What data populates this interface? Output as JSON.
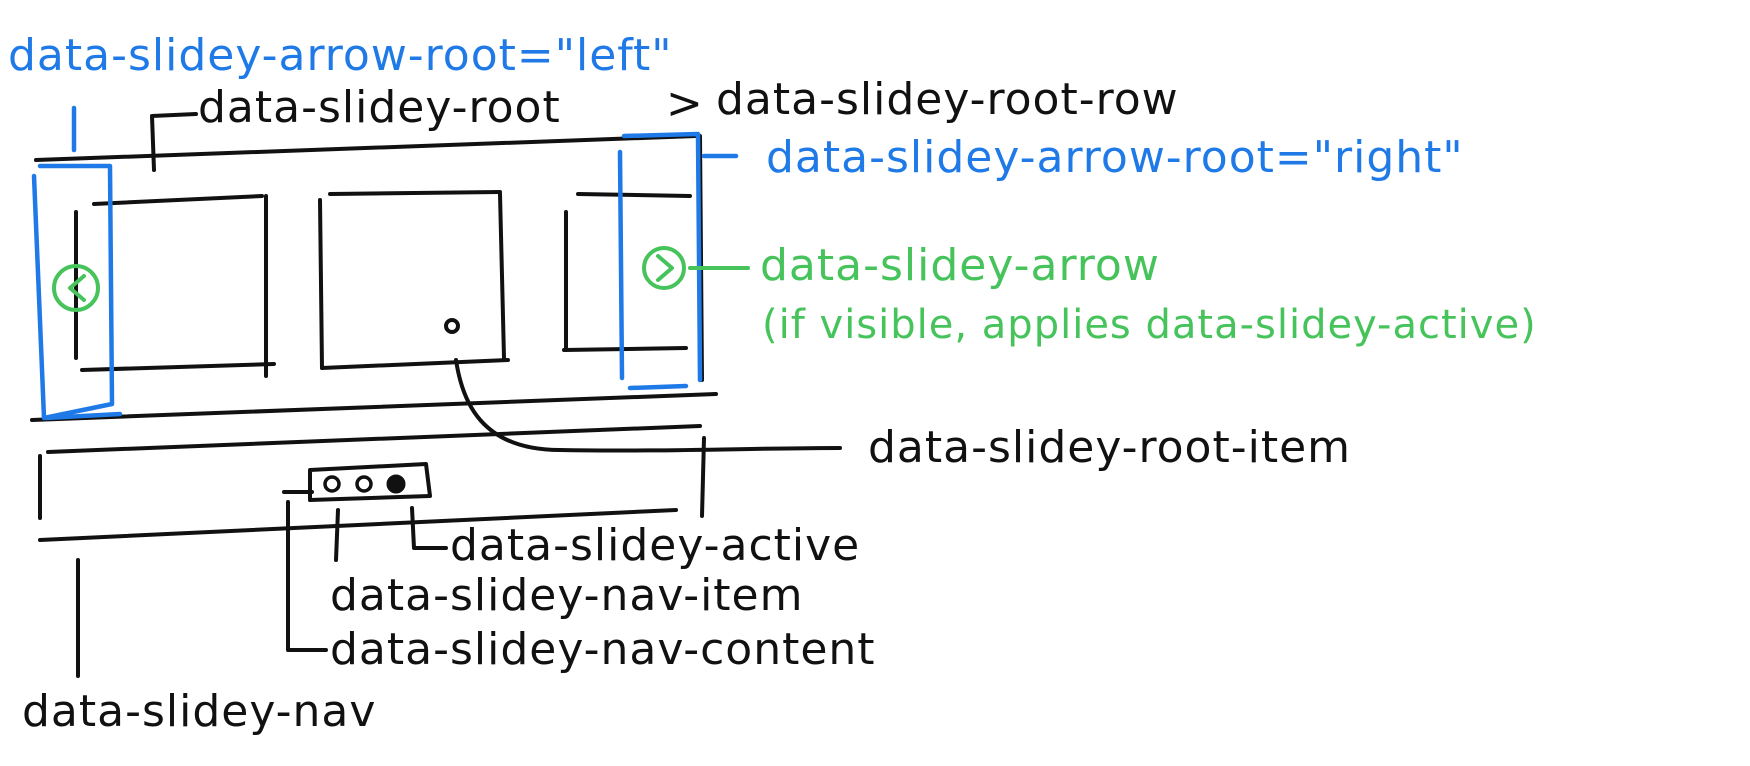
{
  "colors": {
    "ink": "#111111",
    "blue": "#1f7ae8",
    "green": "#46c35a"
  },
  "labels": {
    "arrow_root_left": "data-slidey-arrow-root=\"left\"",
    "root": "data-slidey-root",
    "root_separator": ">",
    "root_row": "data-slidey-root-row",
    "arrow_root_right": "data-slidey-arrow-root=\"right\"",
    "arrow": "data-slidey-arrow",
    "arrow_note": "(if visible, applies data-slidey-active)",
    "root_item": "data-slidey-root-item",
    "active": "data-slidey-active",
    "nav_item": "data-slidey-nav-item",
    "nav_content": "data-slidey-nav-content",
    "nav": "data-slidey-nav"
  },
  "icons": {
    "left_arrow": "chevron-left-icon",
    "right_arrow": "chevron-right-icon"
  }
}
